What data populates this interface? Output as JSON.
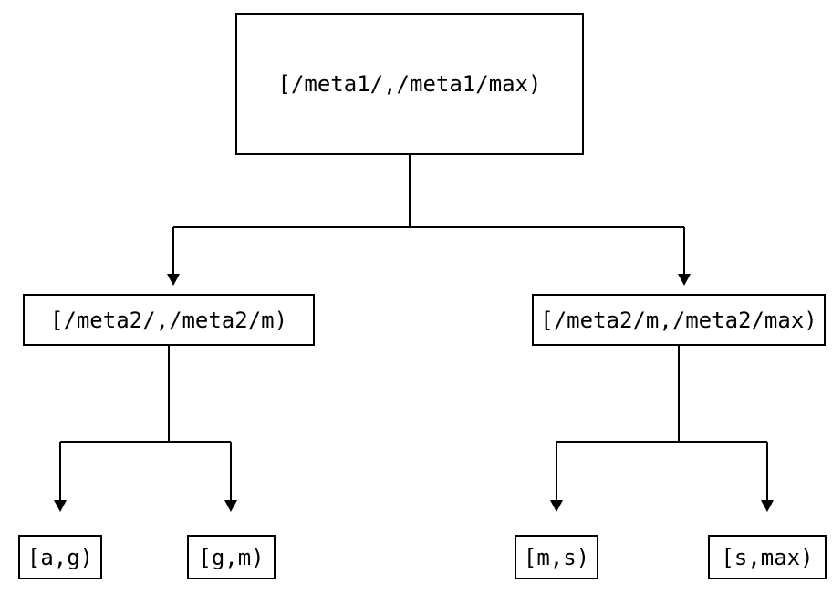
{
  "diagram": {
    "type": "tree",
    "background_color": "#ffffff",
    "line_color": "#000000",
    "nodes": {
      "root": "[/meta1/,/meta1/max)",
      "meta2_left": "[/meta2/,/meta2/m)",
      "meta2_right": "[/meta2/m,/meta2/max)",
      "leaf_ag": "[a,g)",
      "leaf_gm": "[g,m)",
      "leaf_ms": "[m,s)",
      "leaf_smax": "[s,max)"
    },
    "edges": [
      {
        "from": "root",
        "to": "meta2_left"
      },
      {
        "from": "root",
        "to": "meta2_right"
      },
      {
        "from": "meta2_left",
        "to": "leaf_ag"
      },
      {
        "from": "meta2_left",
        "to": "leaf_gm"
      },
      {
        "from": "meta2_right",
        "to": "leaf_ms"
      },
      {
        "from": "meta2_right",
        "to": "leaf_smax"
      }
    ]
  }
}
